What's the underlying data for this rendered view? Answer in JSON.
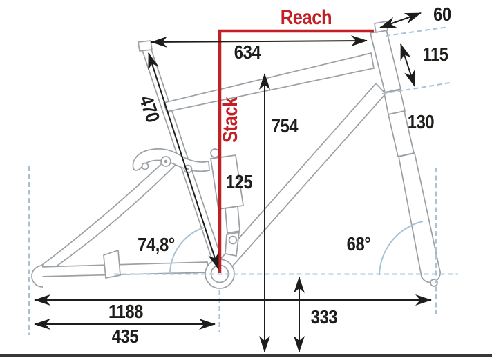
{
  "colors": {
    "accent_red": "#c32026",
    "dimension_black": "#1d1d1b",
    "frame_gray": "#9ba0a5",
    "guide_blue": "#a9c3d6"
  },
  "labels": {
    "reach": "Reach",
    "stack": "Stack",
    "stem_length": "60",
    "top_tube_horizontal": "634",
    "head_tube_length": "115",
    "seat_tube_length": "470",
    "standover_height": "754",
    "fork_travel": "130",
    "shock_travel": "125",
    "seat_tube_angle": "74,8°",
    "head_tube_angle": "68°",
    "wheelbase": "1188",
    "bb_height": "333",
    "chainstay_length": "435"
  }
}
